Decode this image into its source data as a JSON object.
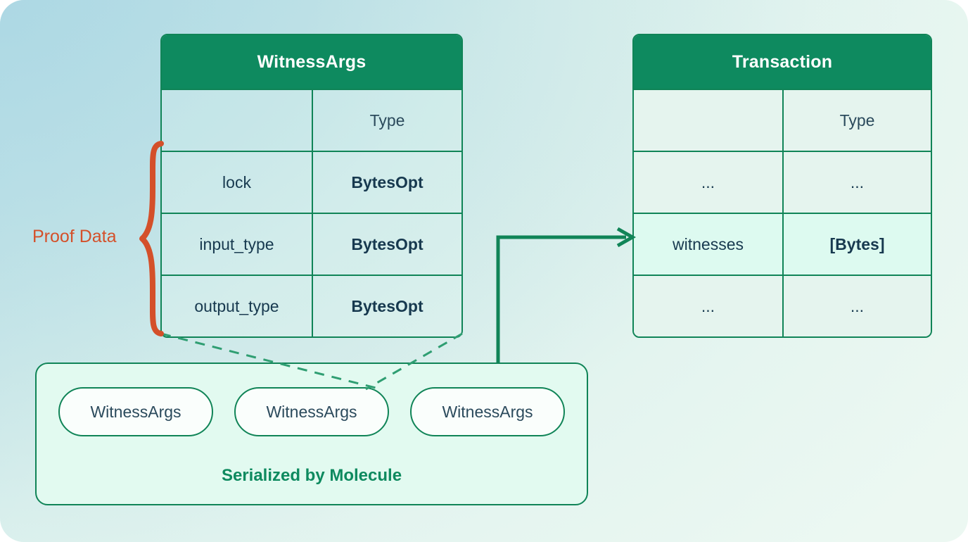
{
  "theme": {
    "header_green": "#0e8a5f",
    "border_green": "#108457",
    "text_navy": "#17394f",
    "accent_orange": "#d4502a",
    "bg_from": "#b0dbe4",
    "bg_to": "#ecf8f2",
    "highlight_row": "#ddfaf0"
  },
  "witnessargs_table": {
    "title": "WitnessArgs",
    "columns": [
      "",
      "Type"
    ],
    "rows": [
      {
        "field": "lock",
        "type": "BytesOpt"
      },
      {
        "field": "input_type",
        "type": "BytesOpt"
      },
      {
        "field": "output_type",
        "type": "BytesOpt"
      }
    ]
  },
  "transaction_table": {
    "title": "Transaction",
    "columns": [
      "",
      "Type"
    ],
    "rows": [
      {
        "field": "...",
        "type": "..."
      },
      {
        "field": "witnesses",
        "type": "[Bytes]"
      },
      {
        "field": "...",
        "type": "..."
      }
    ]
  },
  "annotations": {
    "proof_data_label": "Proof Data"
  },
  "serialized_box": {
    "caption": "Serialized by Molecule",
    "pills": [
      "WitnessArgs",
      "WitnessArgs",
      "WitnessArgs"
    ]
  }
}
